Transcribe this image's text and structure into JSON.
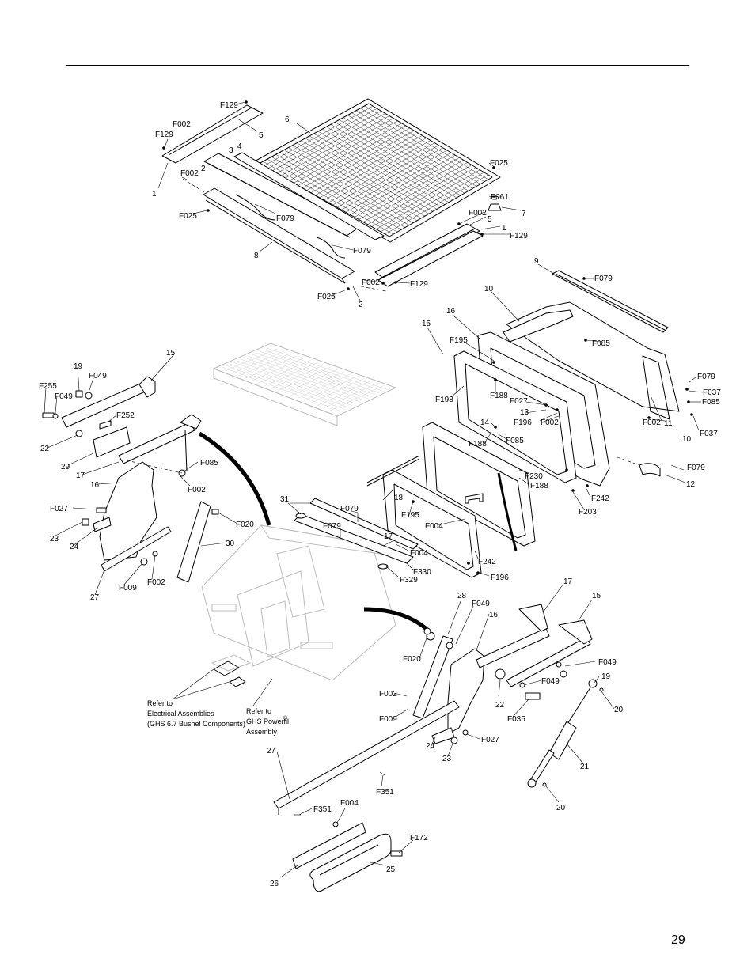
{
  "page_number": "29",
  "notes": {
    "electrical": [
      "Refer to",
      "Electrical Assemblies",
      "(GHS 6.7 Bushel Components)"
    ],
    "powerfil": [
      "Refer to",
      "GHS Powerfil",
      "Assembly"
    ],
    "powerfil_mark": "®"
  },
  "callouts": {
    "c01": "F129",
    "c02": "F002",
    "c03": "F129",
    "c04": "5",
    "c05": "6",
    "c06": "3",
    "c07": "4",
    "c08": "2",
    "c09": "F002",
    "c10": "1",
    "c11": "F025",
    "c12": "F079",
    "c13": "F025",
    "c14": "F061",
    "c15": "7",
    "c16": "F002",
    "c17": "5",
    "c18": "1",
    "c19": "F129",
    "c20": "8",
    "c21": "F079",
    "c22": "F002",
    "c23": "F129",
    "c24": "F025",
    "c25": "2",
    "c26": "9",
    "c27": "F079",
    "c28": "10",
    "c29": "16",
    "c30": "15",
    "c31": "F195",
    "c32": "F085",
    "c33": "F079",
    "c34": "F037",
    "c35": "F085",
    "c36": "F198",
    "c37": "F188",
    "c38": "F027",
    "c39": "13",
    "c40": "F196",
    "c41": "F002",
    "c42": "14",
    "c43": "F085",
    "c44": "F188",
    "c45": "10",
    "c46": "F037",
    "c47": "F002",
    "c48": "11",
    "c49": "F079",
    "c50": "12",
    "c51": "F230",
    "c52": "F188",
    "c53": "F242",
    "c54": "F203",
    "c55": "15",
    "c56": "19",
    "c57": "F049",
    "c58": "F255",
    "c59": "F049",
    "c60": "F252",
    "c61": "22",
    "c62": "29",
    "c63": "17",
    "c64": "F085",
    "c65": "16",
    "c66": "F002",
    "c67": "F027",
    "c68": "23",
    "c69": "24",
    "c70": "F020",
    "c71": "30",
    "c72": "27",
    "c73": "F009",
    "c74": "F002",
    "c75": "31",
    "c76": "F079",
    "c77": "F079",
    "c78": "18",
    "c79": "F195",
    "c80": "F004",
    "c81": "17",
    "c82": "F004",
    "c83": "F242",
    "c84": "F330",
    "c85": "F329",
    "c86": "F196",
    "c87": "17",
    "c88": "15",
    "c89": "28",
    "c90": "F049",
    "c91": "16",
    "c92": "F049",
    "c93": "19",
    "c94": "F020",
    "c95": "22",
    "c96": "F049",
    "c97": "20",
    "c98": "F002",
    "c99": "F035",
    "c100": "F009",
    "c101": "24",
    "c102": "F027",
    "c103": "23",
    "c104": "21",
    "c105": "27",
    "c106": "F351",
    "c107": "F351",
    "c108": "F004",
    "c109": "F172",
    "c110": "26",
    "c111": "25",
    "c112": "20"
  }
}
